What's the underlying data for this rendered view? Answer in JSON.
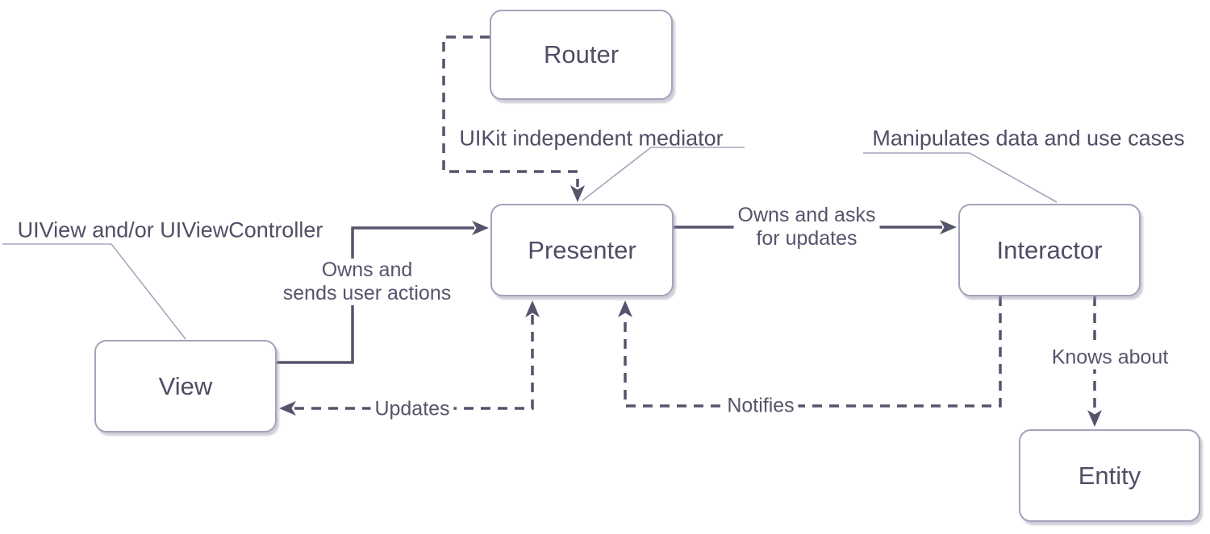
{
  "diagram": {
    "type": "architecture-diagram",
    "background": "#ffffff",
    "colors": {
      "box_border": "#a3a2bc",
      "box_fill": "#ffffff",
      "box_text": "#4e4e66",
      "edge_line": "#54546c",
      "edge_label_text": "#54546c",
      "callout_line": "#a6a5bb",
      "callout_text": "#4e4e66"
    },
    "nodes": [
      {
        "id": "router",
        "label": "Router"
      },
      {
        "id": "presenter",
        "label": "Presenter"
      },
      {
        "id": "interactor",
        "label": "Interactor"
      },
      {
        "id": "view",
        "label": "View"
      },
      {
        "id": "entity",
        "label": "Entity"
      }
    ],
    "annotations": [
      {
        "id": "view-note",
        "text": "UIView and/or UIViewController",
        "target": "view"
      },
      {
        "id": "presenter-note",
        "text": "UIKit independent mediator",
        "target": "presenter"
      },
      {
        "id": "interactor-note",
        "text": "Manipulates data and use cases",
        "target": "interactor"
      }
    ],
    "edges": [
      {
        "id": "router-presenter",
        "from": "Router",
        "to": "Presenter",
        "style": "dashed"
      },
      {
        "id": "view-presenter",
        "from": "View",
        "to": "Presenter",
        "style": "solid",
        "label_line1": "Owns and",
        "label_line2": "sends user actions"
      },
      {
        "id": "presenter-interactor",
        "from": "Presenter",
        "to": "Interactor",
        "style": "solid",
        "label_line1": "Owns and asks",
        "label_line2": "for updates"
      },
      {
        "id": "presenter-view",
        "from": "Presenter",
        "to": "View",
        "style": "dashed",
        "label": "Updates"
      },
      {
        "id": "interactor-presenter",
        "from": "Interactor",
        "to": "Presenter",
        "style": "dashed",
        "label": "Notifies"
      },
      {
        "id": "interactor-entity",
        "from": "Interactor",
        "to": "Entity",
        "style": "dashed",
        "label": "Knows about"
      }
    ]
  }
}
